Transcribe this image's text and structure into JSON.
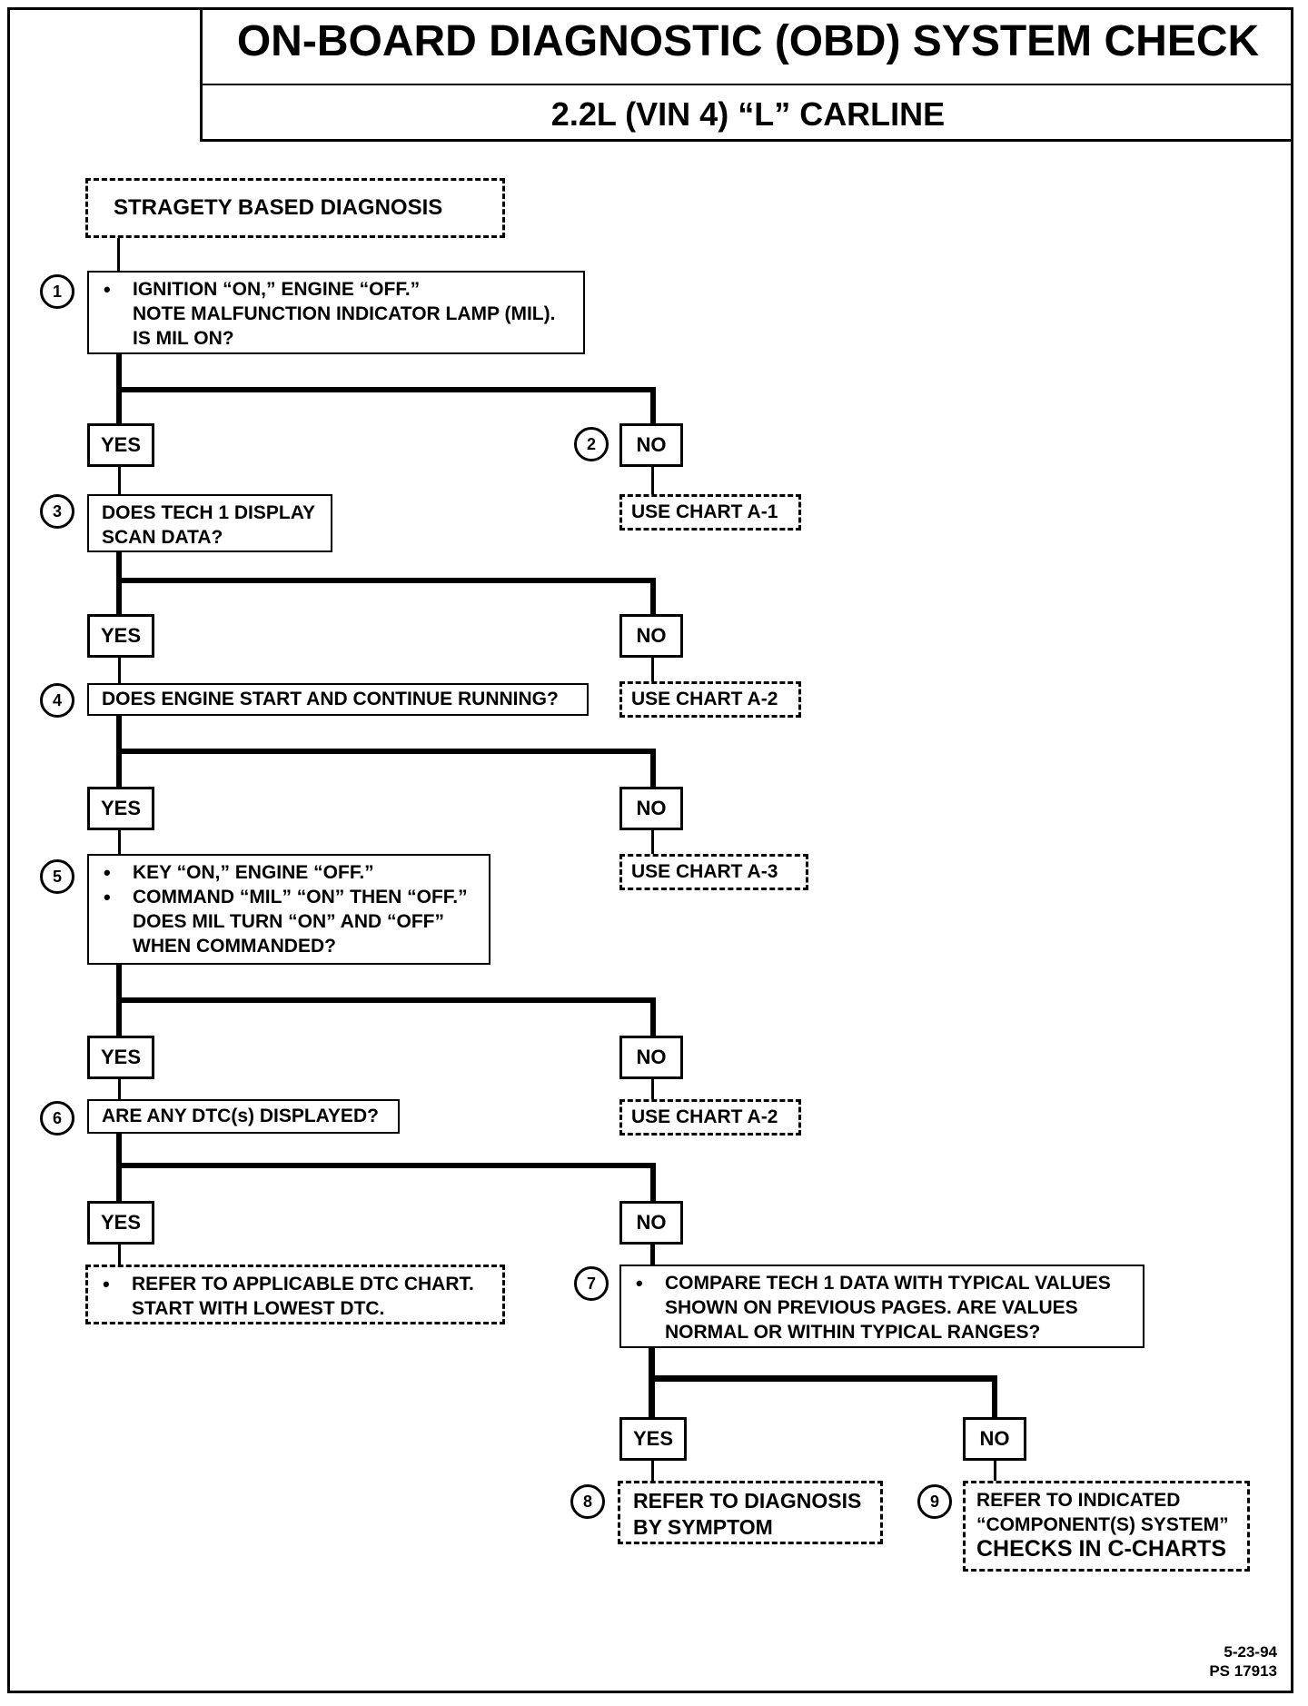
{
  "header": {
    "title": "ON-BOARD DIAGNOSTIC (OBD) SYSTEM CHECK",
    "subtitle": "2.2L (VIN 4) “L” CARLINE"
  },
  "start": {
    "label": "STRAGETY BASED DIAGNOSIS"
  },
  "steps": {
    "s1": {
      "number": "1",
      "lines": [
        "IGNITION “ON,” ENGINE “OFF.”",
        "NOTE MALFUNCTION INDICATOR LAMP (MIL).",
        "IS MIL ON?"
      ]
    },
    "s2": {
      "number": "2"
    },
    "s3": {
      "number": "3",
      "lines": [
        "DOES TECH 1 DISPLAY",
        "SCAN DATA?"
      ]
    },
    "s4": {
      "number": "4",
      "lines": [
        "DOES ENGINE START AND CONTINUE RUNNING?"
      ]
    },
    "s5": {
      "number": "5",
      "lines": [
        "KEY “ON,” ENGINE “OFF.”",
        "COMMAND “MIL” “ON” THEN “OFF.”",
        "DOES MIL TURN “ON” AND “OFF”",
        "WHEN COMMANDED?"
      ]
    },
    "s6": {
      "number": "6",
      "lines": [
        "ARE ANY DTC(s) DISPLAYED?"
      ]
    },
    "s7": {
      "number": "7",
      "lines": [
        "COMPARE TECH 1 DATA WITH TYPICAL VALUES",
        "SHOWN ON PREVIOUS PAGES.  ARE VALUES",
        "NORMAL OR WITHIN TYPICAL RANGES?"
      ]
    },
    "s8": {
      "number": "8",
      "lines": [
        "REFER TO DIAGNOSIS",
        "BY SYMPTOM"
      ]
    },
    "s9": {
      "number": "9",
      "lines": [
        "REFER TO INDICATED",
        "“COMPONENT(S) SYSTEM”",
        "CHECKS IN C-CHARTS"
      ]
    }
  },
  "answers": {
    "yes": "YES",
    "no": "NO"
  },
  "results": {
    "r1": "USE CHART A-1",
    "r2": "USE CHART A-2",
    "r3": "USE CHART A-3",
    "r4": "USE CHART A-2",
    "dtc": [
      "REFER TO APPLICABLE DTC CHART.",
      "START WITH LOWEST DTC."
    ]
  },
  "footer": {
    "date": "5-23-94",
    "ref": "PS 17913"
  }
}
